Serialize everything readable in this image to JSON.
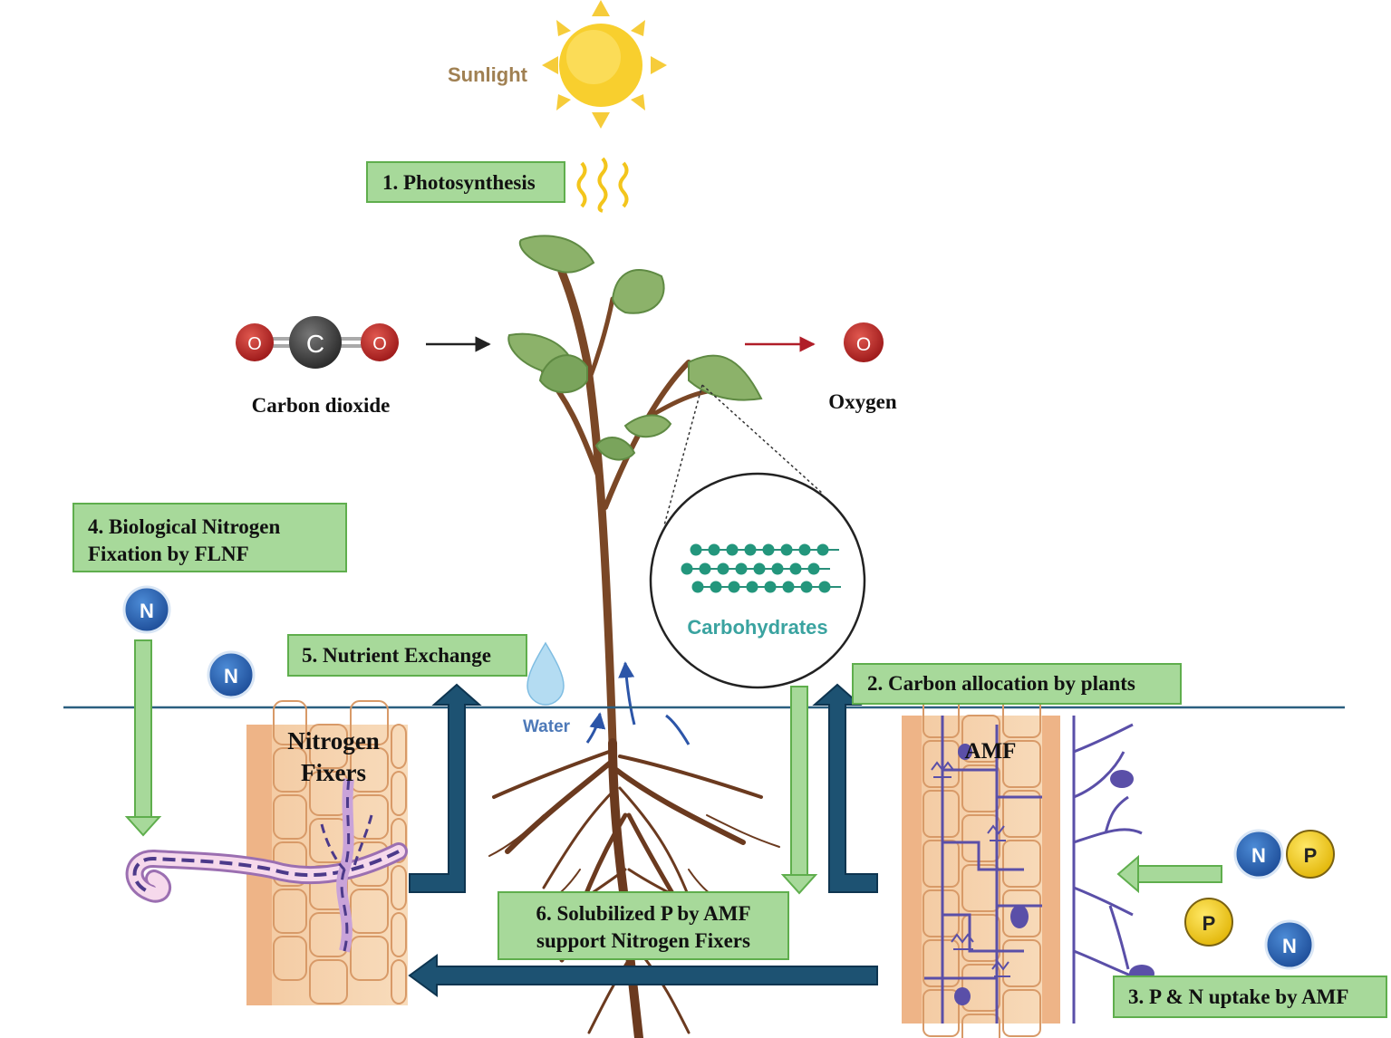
{
  "sun": {
    "label": "Sunlight"
  },
  "steps": {
    "photosynthesis": "1. Photosynthesis",
    "carbon_allocation": "2. Carbon allocation by plants",
    "uptake": "3. P & N uptake by AMF",
    "bnf_line1": "4. Biological Nitrogen",
    "bnf_line2": "Fixation by FLNF",
    "exchange": "5. Nutrient Exchange",
    "solubilized_line1": "6. Solubilized P by AMF",
    "solubilized_line2": "support Nitrogen Fixers"
  },
  "molecules": {
    "co2_label": "Carbon dioxide",
    "o2_label": "Oxygen",
    "atom_o": "O",
    "atom_c": "C",
    "atom_n": "N",
    "atom_p": "P"
  },
  "carbohydrates": {
    "label": "Carbohydrates"
  },
  "water": {
    "label": "Water"
  },
  "nitrogen_fixers": {
    "line1": "Nitrogen",
    "line2": "Fixers"
  },
  "amf": {
    "label": "AMF"
  },
  "colors": {
    "green_box": "#a7d99a",
    "green_border": "#5fae4d",
    "dark_arrow": "#1d5272",
    "soil_line": "#2b5f80",
    "root": "#6b3a1f",
    "fungi": "#5a4fa8",
    "nitrogen_atom": "#2f6bb8",
    "phosphorus_atom": "#f2cf1f"
  }
}
